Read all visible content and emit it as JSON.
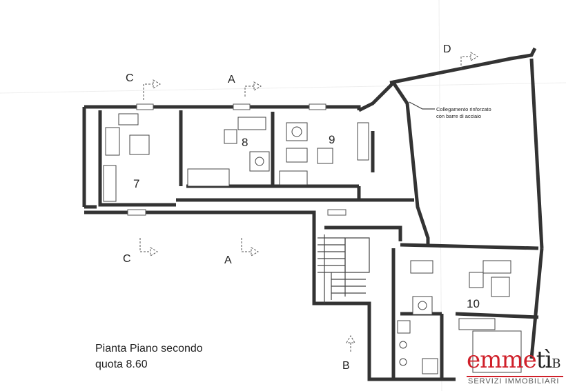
{
  "plan": {
    "title": "Pianta Piano secondo",
    "elevation": "quota 8.60",
    "annotation_line1": "Collegamento rinforzato",
    "annotation_line2": "con barre di acciaio",
    "section_labels": {
      "c_top": "C",
      "a_top": "A",
      "d_top": "D",
      "c_bottom": "C",
      "a_bottom": "A",
      "b_bottom": "B",
      "b_logo": "B"
    },
    "rooms": {
      "r7": "7",
      "r8": "8",
      "r9": "9",
      "r10": "10"
    }
  },
  "logo": {
    "text_red": "emme",
    "text_dark": "tì",
    "subtitle": "SERVIZI IMMOBILIARI",
    "red": "#d0202a"
  }
}
